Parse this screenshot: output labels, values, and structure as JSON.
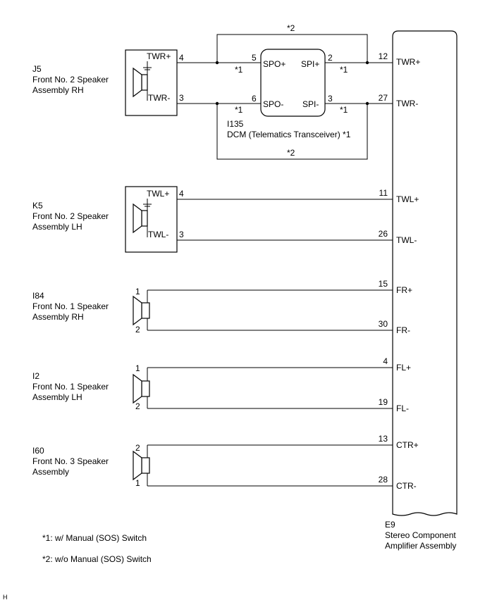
{
  "speakers": {
    "j5": {
      "code": "J5",
      "name_1": "Front No. 2 Speaker",
      "name_2": "Assembly RH",
      "pin_pos_label": "TWR+",
      "pin_neg_label": "TWR-",
      "pin_pos_no": "4",
      "pin_neg_no": "3"
    },
    "k5": {
      "code": "K5",
      "name_1": "Front No. 2 Speaker",
      "name_2": "Assembly LH",
      "pin_pos_label": "TWL+",
      "pin_neg_label": "TWL-",
      "pin_pos_no": "4",
      "pin_neg_no": "3"
    },
    "i84": {
      "code": "I84",
      "name_1": "Front No. 1 Speaker",
      "name_2": "Assembly RH",
      "pin_top": "1",
      "pin_bottom": "2"
    },
    "i2": {
      "code": "I2",
      "name_1": "Front No. 1 Speaker",
      "name_2": "Assembly LH",
      "pin_top": "1",
      "pin_bottom": "2"
    },
    "i60": {
      "code": "I60",
      "name_1": "Front No. 3 Speaker",
      "name_2": "Assembly",
      "pin_top": "2",
      "pin_bottom": "1"
    }
  },
  "dcm": {
    "code": "I135",
    "name": "DCM (Telematics Transceiver) *1",
    "spo_pos": "SPO+",
    "spo_neg": "SPO-",
    "spi_pos": "SPI+",
    "spi_neg": "SPI-",
    "pin_spo_pos": "5",
    "pin_spo_neg": "6",
    "pin_spi_pos": "2",
    "pin_spi_neg": "3"
  },
  "amplifier": {
    "code": "E9",
    "name_1": "Stereo Component",
    "name_2": "Amplifier Assembly",
    "pins": [
      {
        "no": "12",
        "label": "TWR+"
      },
      {
        "no": "27",
        "label": "TWR-"
      },
      {
        "no": "11",
        "label": "TWL+"
      },
      {
        "no": "26",
        "label": "TWL-"
      },
      {
        "no": "15",
        "label": "FR+"
      },
      {
        "no": "30",
        "label": "FR-"
      },
      {
        "no": "4",
        "label": "FL+"
      },
      {
        "no": "19",
        "label": "FL-"
      },
      {
        "no": "13",
        "label": "CTR+"
      },
      {
        "no": "28",
        "label": "CTR-"
      }
    ]
  },
  "marks": {
    "star1": "*1",
    "star2": "*2"
  },
  "notes": {
    "note1": "*1: w/ Manual (SOS) Switch",
    "note2": "*2: w/o Manual (SOS) Switch"
  },
  "corner_mark": "H"
}
